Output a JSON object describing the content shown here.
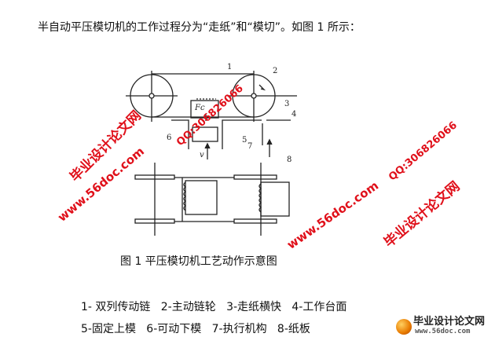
{
  "intro": "半自动平压模切机的工作过程分为“走纸”和“模切”。如图 1 所示：",
  "figure": {
    "labels": [
      "1",
      "2",
      "3",
      "4",
      "5",
      "6",
      "7",
      "8"
    ],
    "force_label": "Fc",
    "velocity_label": "v"
  },
  "caption": "图 1  平压模切机工艺动作示意图",
  "legend": {
    "line1": "1- 双列传动链   2-主动链轮   3-走纸横快   4-工作台面",
    "line2": "5-固定上模   6-可动下模   7-执行机构   8-纸板"
  },
  "watermarks": {
    "site_cn": "毕业设计论文网",
    "url": "www.56doc.com",
    "qq": "QQ:306826066"
  },
  "logo": {
    "name": "毕业设计论文网",
    "url": "www.56doc.com"
  }
}
